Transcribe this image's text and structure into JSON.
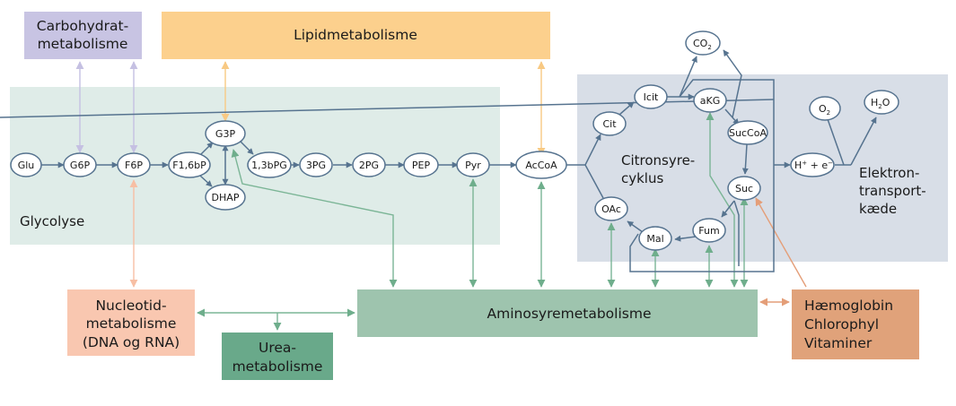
{
  "colors": {
    "carbohydrate": "#c8c4e3",
    "lipid": "#fcd08d",
    "glycolysis_bg": "#dfece8",
    "citric_bg": "#d8dee7",
    "nucleotide": "#f9c7b0",
    "urea": "#69a98a",
    "amino": "#9ec4ae",
    "heme": "#e0a27a",
    "flow": "#56738f"
  },
  "boxes": {
    "carbohydrate": [
      "Carbohydrat-",
      "metabolisme"
    ],
    "lipid": [
      "Lipidmetabolisme"
    ],
    "nucleotide": [
      "Nucleotid-",
      "metabolisme",
      "(DNA og RNA)"
    ],
    "urea": [
      "Urea-",
      "metabolisme"
    ],
    "amino": [
      "Aminosyremetabolisme"
    ],
    "heme": [
      "Hæmoglobin",
      "Chlorophyl",
      "Vitaminer"
    ]
  },
  "regions": {
    "glycolysis": "Glycolyse",
    "citric": [
      "Citronsyre-",
      "cyklus"
    ],
    "etc": [
      "Elektron-",
      "transport-",
      "kæde"
    ]
  },
  "nodes": {
    "glu": "Glu",
    "g6p": "G6P",
    "f6p": "F6P",
    "f16bp": "F1,6bP",
    "g3p": "G3P",
    "dhap": "DHAP",
    "bpg13": "1,3bPG",
    "pg3": "3PG",
    "pg2": "2PG",
    "pep": "PEP",
    "pyr": "Pyr",
    "accoa": "AcCoA",
    "cit": "Cit",
    "icit": "Icit",
    "akg": "aKG",
    "succoa": "SucCoA",
    "suc": "Suc",
    "fum": "Fum",
    "mal": "Mal",
    "oac": "OAc",
    "co2": "CO",
    "co2_sub": "2",
    "o2": "O",
    "o2_sub": "2",
    "h2o_h": "H",
    "h2o_sub": "2",
    "h2o_o": "O",
    "hplus": "H",
    "hplus_sup": "+",
    "hplus_mid": " + e",
    "hplus_sup2": "−"
  }
}
